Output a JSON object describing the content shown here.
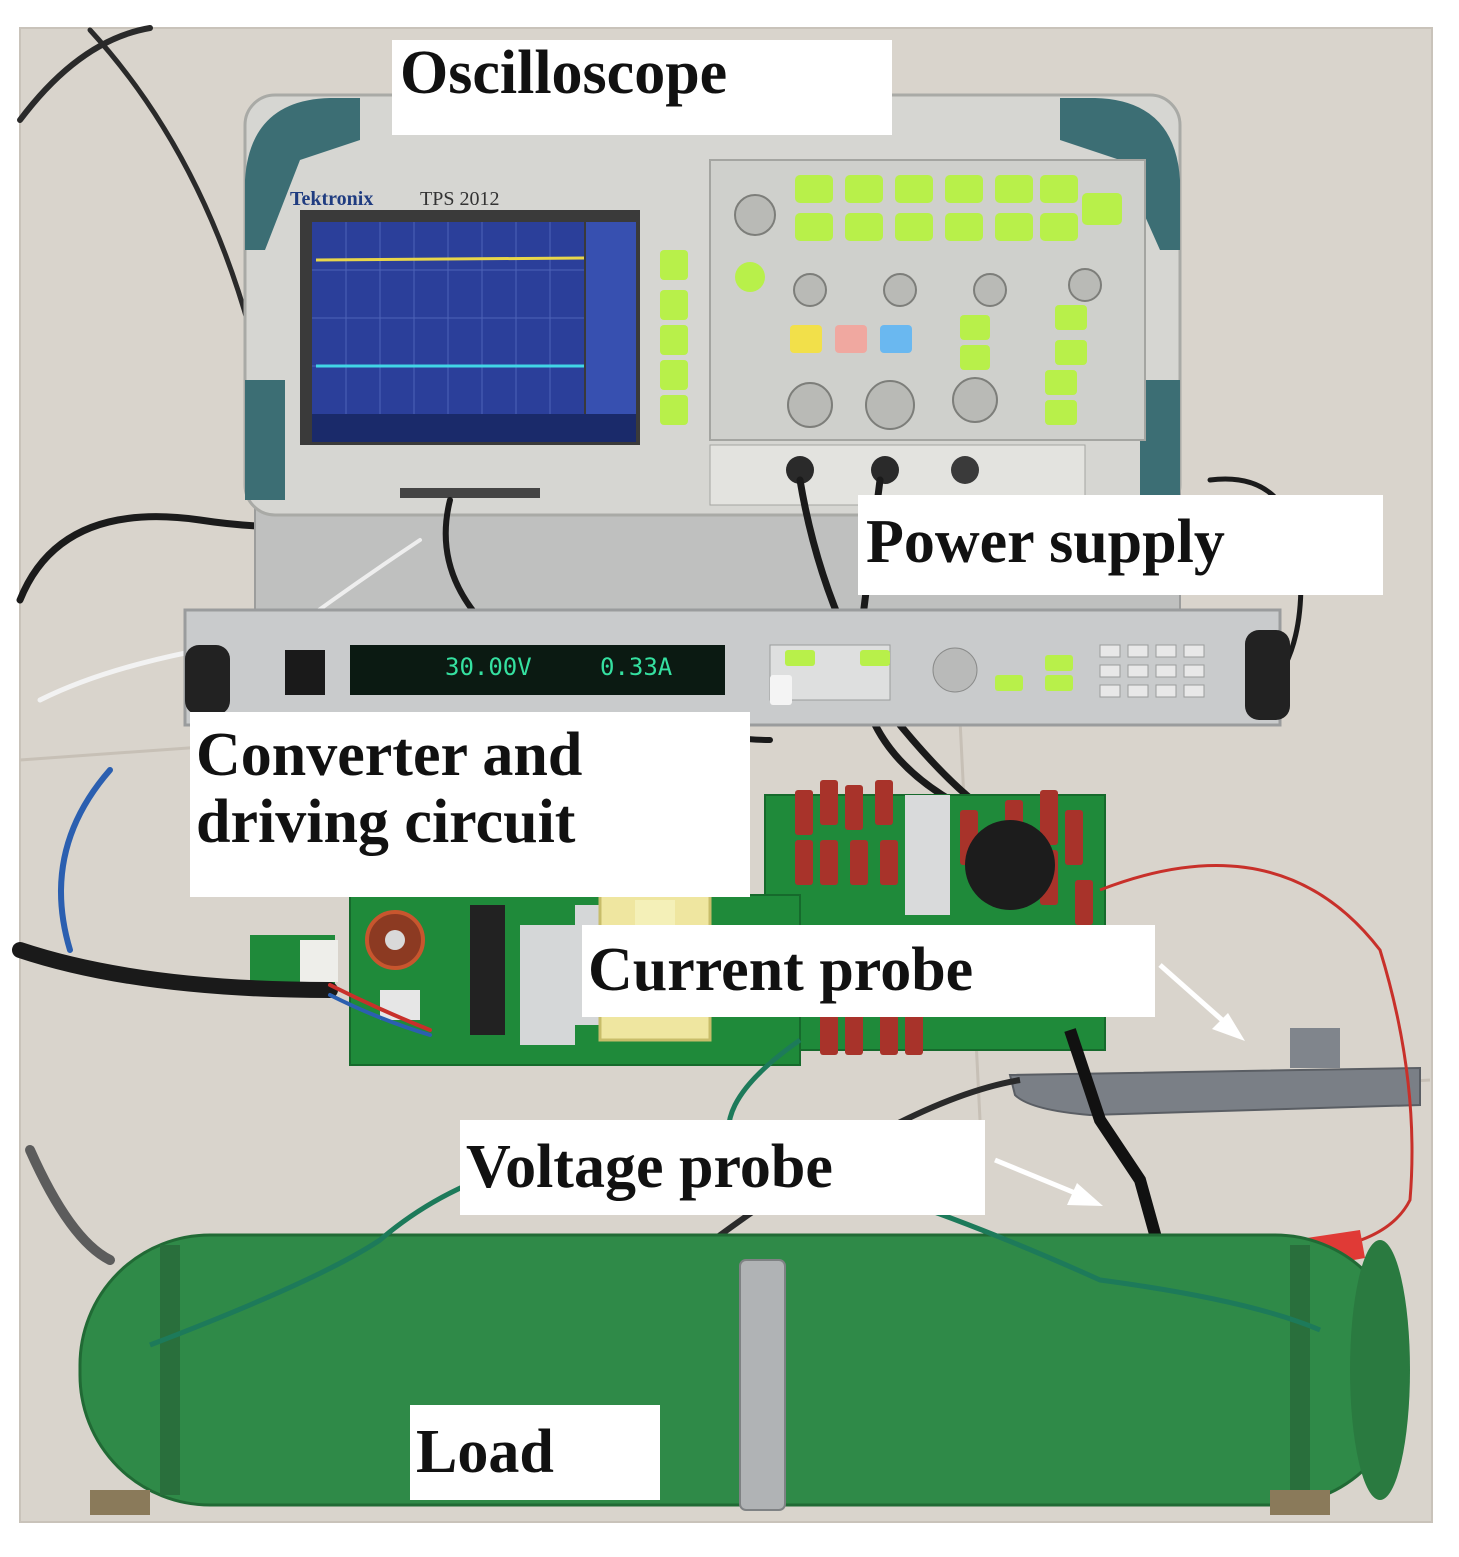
{
  "figure": {
    "labels": {
      "oscilloscope": "Oscilloscope",
      "power_supply": "Power supply",
      "converter_line1": "Converter and",
      "converter_line2": "driving circuit",
      "current_probe": "Current probe",
      "voltage_probe": "Voltage probe",
      "load": "Load"
    },
    "device_text": {
      "scope_brand": "Tektronix",
      "scope_model": "TPS 2012",
      "psu_voltage": "30.00V",
      "psu_current": "0.33A"
    }
  },
  "colors": {
    "floor": "#d9d4cc",
    "scope_body": "#d6d6d2",
    "scope_trim": "#3c6e74",
    "scope_screen": "#2b3f9a",
    "button_green": "#b8f04a",
    "psu_body": "#c9cbcc",
    "psu_display": "#0b1a12",
    "psu_text": "#35e0a0",
    "pcb": "#1f8a3a",
    "capacitor": "#a8332a",
    "load_tube": "#2f8a48",
    "probe_gray": "#7a7f86"
  }
}
